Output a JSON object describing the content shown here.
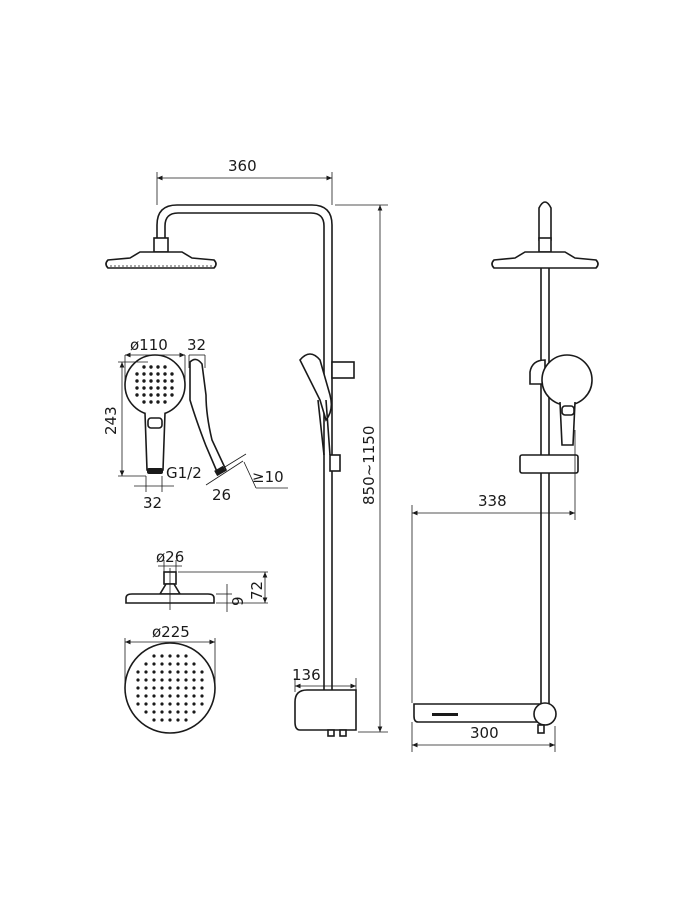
{
  "dimensions": {
    "arm_length": "360",
    "hand_shower_diameter": "ø110",
    "hand_shower_depth": "32",
    "hand_shower_length": "243",
    "hand_shower_thread": "G1/2",
    "hand_shower_connector_width": "32",
    "hand_shower_connector_side": "26",
    "hand_shower_min_clearance": "≥10",
    "head_connector_diameter": "ø26",
    "head_thickness": "9",
    "head_height": "72",
    "head_diameter": "ø225",
    "thermostat_depth": "136",
    "height_range": "850~1150",
    "projection": "338",
    "thermostat_width": "300"
  }
}
